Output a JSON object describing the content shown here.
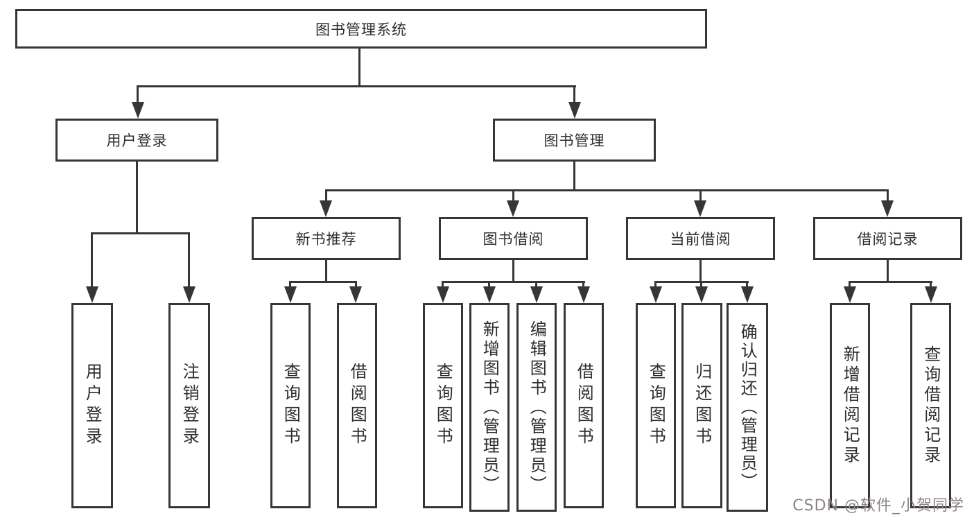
{
  "root": {
    "label": "图书管理系统"
  },
  "branches": [
    {
      "label": "用户登录",
      "children": [
        {
          "label": "用户登录"
        },
        {
          "label": "注销登录"
        }
      ]
    },
    {
      "label": "图书管理"
    }
  ],
  "modules": [
    {
      "label": "新书推荐",
      "children": [
        {
          "label": "查询图书"
        },
        {
          "label": "借阅图书"
        }
      ]
    },
    {
      "label": "图书借阅",
      "children": [
        {
          "label": "查询图书"
        },
        {
          "label": "新增图书（管理员）"
        },
        {
          "label": "编辑图书（管理员）"
        },
        {
          "label": "借阅图书"
        }
      ]
    },
    {
      "label": "当前借阅",
      "children": [
        {
          "label": "查询图书"
        },
        {
          "label": "归还图书"
        },
        {
          "label": "确认归还（管理员）"
        }
      ]
    },
    {
      "label": "借阅记录",
      "children": [
        {
          "label": "新增借阅记录"
        },
        {
          "label": "查询借阅记录"
        }
      ]
    }
  ],
  "watermark": {
    "text": "CSDN @软件_小贺同学"
  },
  "colors": {
    "line": "#363636",
    "text": "#2d2d2d",
    "node_background": "#ffffff",
    "canvas_background": "#ffffff",
    "watermark": "#8d8585"
  }
}
